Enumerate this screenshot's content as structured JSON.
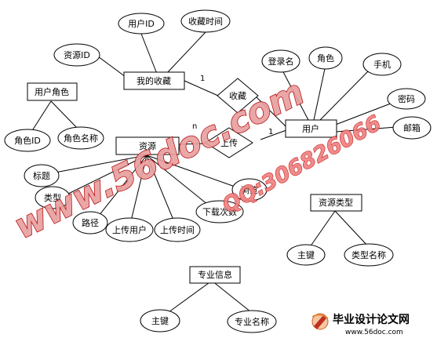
{
  "entities": {
    "my_favorites": "我的收藏",
    "user_role": "用户角色",
    "resource": "资源",
    "user": "用户",
    "resource_type": "资源类型",
    "major_info": "专业信息"
  },
  "relationships": {
    "favorite": "收藏",
    "upload": "上传"
  },
  "attributes": {
    "fav_user_id": "用户ID",
    "fav_time": "收藏时间",
    "fav_resource_id": "资源ID",
    "role_id": "角色ID",
    "role_name": "角色名称",
    "login_name": "登录名",
    "user_role": "角色",
    "phone": "手机",
    "password": "密码",
    "email": "邮箱",
    "title": "标题",
    "type": "类型",
    "path": "路径",
    "uploader": "上传用户",
    "upload_time": "上传时间",
    "download_count": "下载次数",
    "browse_count": "浏览",
    "rtype_key": "主键",
    "rtype_name": "类型名称",
    "major_key": "主键",
    "major_name": "专业名称"
  },
  "cardinality": {
    "fav_side": "1",
    "upload_resource_side": "n",
    "upload_user_side": "1"
  },
  "watermarks": {
    "site": "www.56doc.com",
    "qq": "QQ:306826066",
    "logo_text": "毕业设计论文网",
    "logo_url": "www.56doc.com"
  },
  "colors": {
    "watermark_red": "#c00000",
    "line": "#000000"
  }
}
